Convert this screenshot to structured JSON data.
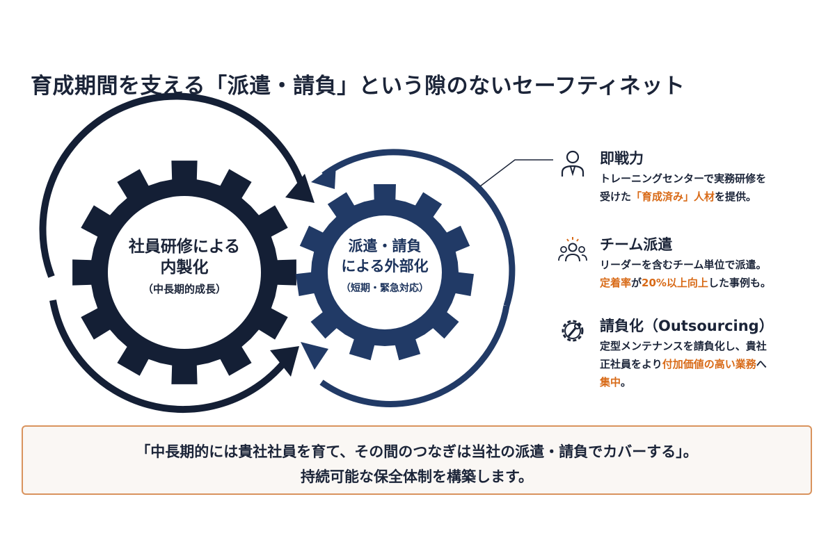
{
  "title": "育成期間を支える「派遣・請負」という隙のないセーフティネット",
  "colors": {
    "navy": "#141f35",
    "blue": "#213a66",
    "accent": "#d86a17",
    "border": "#d9935d"
  },
  "gears": {
    "left": {
      "line1": "社員研修による",
      "line2": "内製化",
      "sub": "（中長期的成長）"
    },
    "right": {
      "line1": "派遣・請負",
      "line2": "による外部化",
      "sub": "（短期・緊急対応）"
    }
  },
  "features": [
    {
      "icon": "businessman-icon",
      "title": "即戦力",
      "line1": "トレーニングセンターで実務研修を",
      "line2_a": "受けた",
      "line2_hl": "「育成済み」人材",
      "line2_b": "を提供。"
    },
    {
      "icon": "team-icon",
      "title": "チーム派遣",
      "line1": "リーダーを含むチーム単位で派遣。",
      "line2_hl1": "定着率",
      "line2_a": "が",
      "line2_hl2": "20%以上向上",
      "line2_b": "した事例も。"
    },
    {
      "icon": "gear-wrench-icon",
      "title": "請負化（Outsourcing）",
      "line1": "定型メンテナンスを請負化し、貴社",
      "line2_a": "正社員をより",
      "line2_hl": "付加価値の高い業務",
      "line2_b": "へ",
      "line3_hl": "集中",
      "line3_b": "。"
    }
  ],
  "callout": {
    "line1": "「中長期的には貴社社員を育て、その間のつなぎは当社の派遣・請負でカバーする」。",
    "line2": "持続可能な保全体制を構築します。"
  }
}
